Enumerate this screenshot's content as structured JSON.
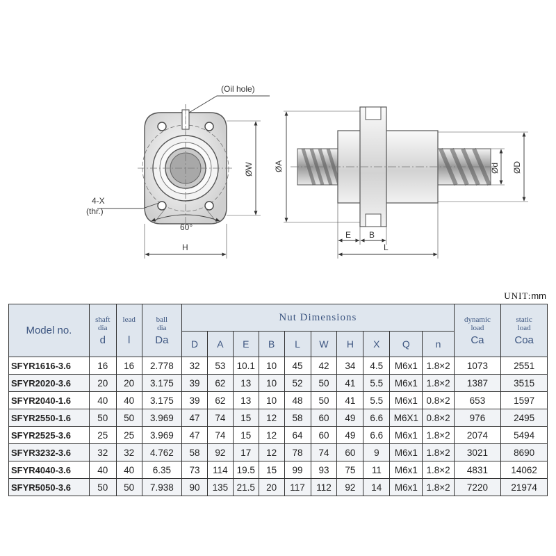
{
  "drawing": {
    "labels": {
      "oil_hole": "(Oil hole)",
      "fourx": "4-X",
      "thr": "(thr.)",
      "angle": "60°",
      "h": "H",
      "w": "ØW",
      "a": "ØA",
      "e": "E",
      "b": "B",
      "l": "L",
      "d": "Ød",
      "bigd": "ØD"
    }
  },
  "unit": {
    "label": "UNIT",
    "sep": ":",
    "value": "mm"
  },
  "table": {
    "header": {
      "model": "Model no.",
      "shaft": "shaft",
      "shaft2": "dia",
      "shaft_sym": "d",
      "lead": "lead",
      "lead_sym": "l",
      "ball": "ball",
      "ball2": "dia",
      "ball_sym": "Da",
      "nut": "Nut Dimensions",
      "dyn": "dynamic",
      "dyn2": "load",
      "dyn_sym": "Ca",
      "stat": "static",
      "stat2": "load",
      "stat_sym": "Coa",
      "nut_cols": [
        "D",
        "A",
        "E",
        "B",
        "L",
        "W",
        "H",
        "X",
        "Q",
        "n"
      ]
    },
    "rows": [
      [
        "SFYR1616-3.6",
        "16",
        "16",
        "2.778",
        "32",
        "53",
        "10.1",
        "10",
        "45",
        "42",
        "34",
        "4.5",
        "M6x1",
        "1.8×2",
        "1073",
        "2551"
      ],
      [
        "SFYR2020-3.6",
        "20",
        "20",
        "3.175",
        "39",
        "62",
        "13",
        "10",
        "52",
        "50",
        "41",
        "5.5",
        "M6x1",
        "1.8×2",
        "1387",
        "3515"
      ],
      [
        "SFYR2040-1.6",
        "40",
        "40",
        "3.175",
        "39",
        "62",
        "13",
        "10",
        "48",
        "50",
        "41",
        "5.5",
        "M6x1",
        "0.8×2",
        "653",
        "1597"
      ],
      [
        "SFYR2550-1.6",
        "50",
        "50",
        "3.969",
        "47",
        "74",
        "15",
        "12",
        "58",
        "60",
        "49",
        "6.6",
        "M6X1",
        "0.8×2",
        "976",
        "2495"
      ],
      [
        "SFYR2525-3.6",
        "25",
        "25",
        "3.969",
        "47",
        "74",
        "15",
        "12",
        "64",
        "60",
        "49",
        "6.6",
        "M6x1",
        "1.8×2",
        "2074",
        "5494"
      ],
      [
        "SFYR3232-3.6",
        "32",
        "32",
        "4.762",
        "58",
        "92",
        "17",
        "12",
        "78",
        "74",
        "60",
        "9",
        "M6x1",
        "1.8×2",
        "3021",
        "8690"
      ],
      [
        "SFYR4040-3.6",
        "40",
        "40",
        "6.35",
        "73",
        "114",
        "19.5",
        "15",
        "99",
        "93",
        "75",
        "11",
        "M6x1",
        "1.8×2",
        "4831",
        "14062"
      ],
      [
        "SFYR5050-3.6",
        "50",
        "50",
        "7.938",
        "90",
        "135",
        "21.5",
        "20",
        "117",
        "112",
        "92",
        "14",
        "M6x1",
        "1.8×2",
        "7220",
        "21974"
      ]
    ]
  }
}
